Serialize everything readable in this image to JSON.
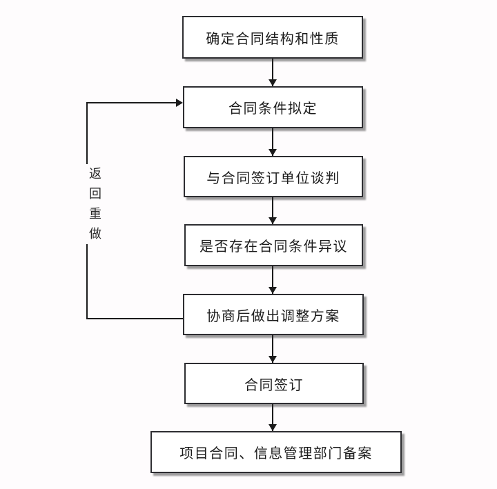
{
  "flow": {
    "nodes": [
      {
        "label": "确定合同结构和性质"
      },
      {
        "label": "合同条件拟定"
      },
      {
        "label": "与合同签订单位谈判"
      },
      {
        "label": "是否存在合同条件异议"
      },
      {
        "label": "协商后做出调整方案"
      },
      {
        "label": "合同签订"
      },
      {
        "label": "项目合同、信息管理部门备案"
      }
    ],
    "loop": {
      "label": "返回重做",
      "from": "协商后做出调整方案",
      "to": "合同条件拟定"
    },
    "colors": {
      "background": "#fefcfd",
      "box_fill": "#ffffff",
      "box_border": "#2d2d31",
      "line": "#1b1b1b",
      "shadow": "#8f8f8f",
      "text": "#1c1c1c"
    }
  }
}
